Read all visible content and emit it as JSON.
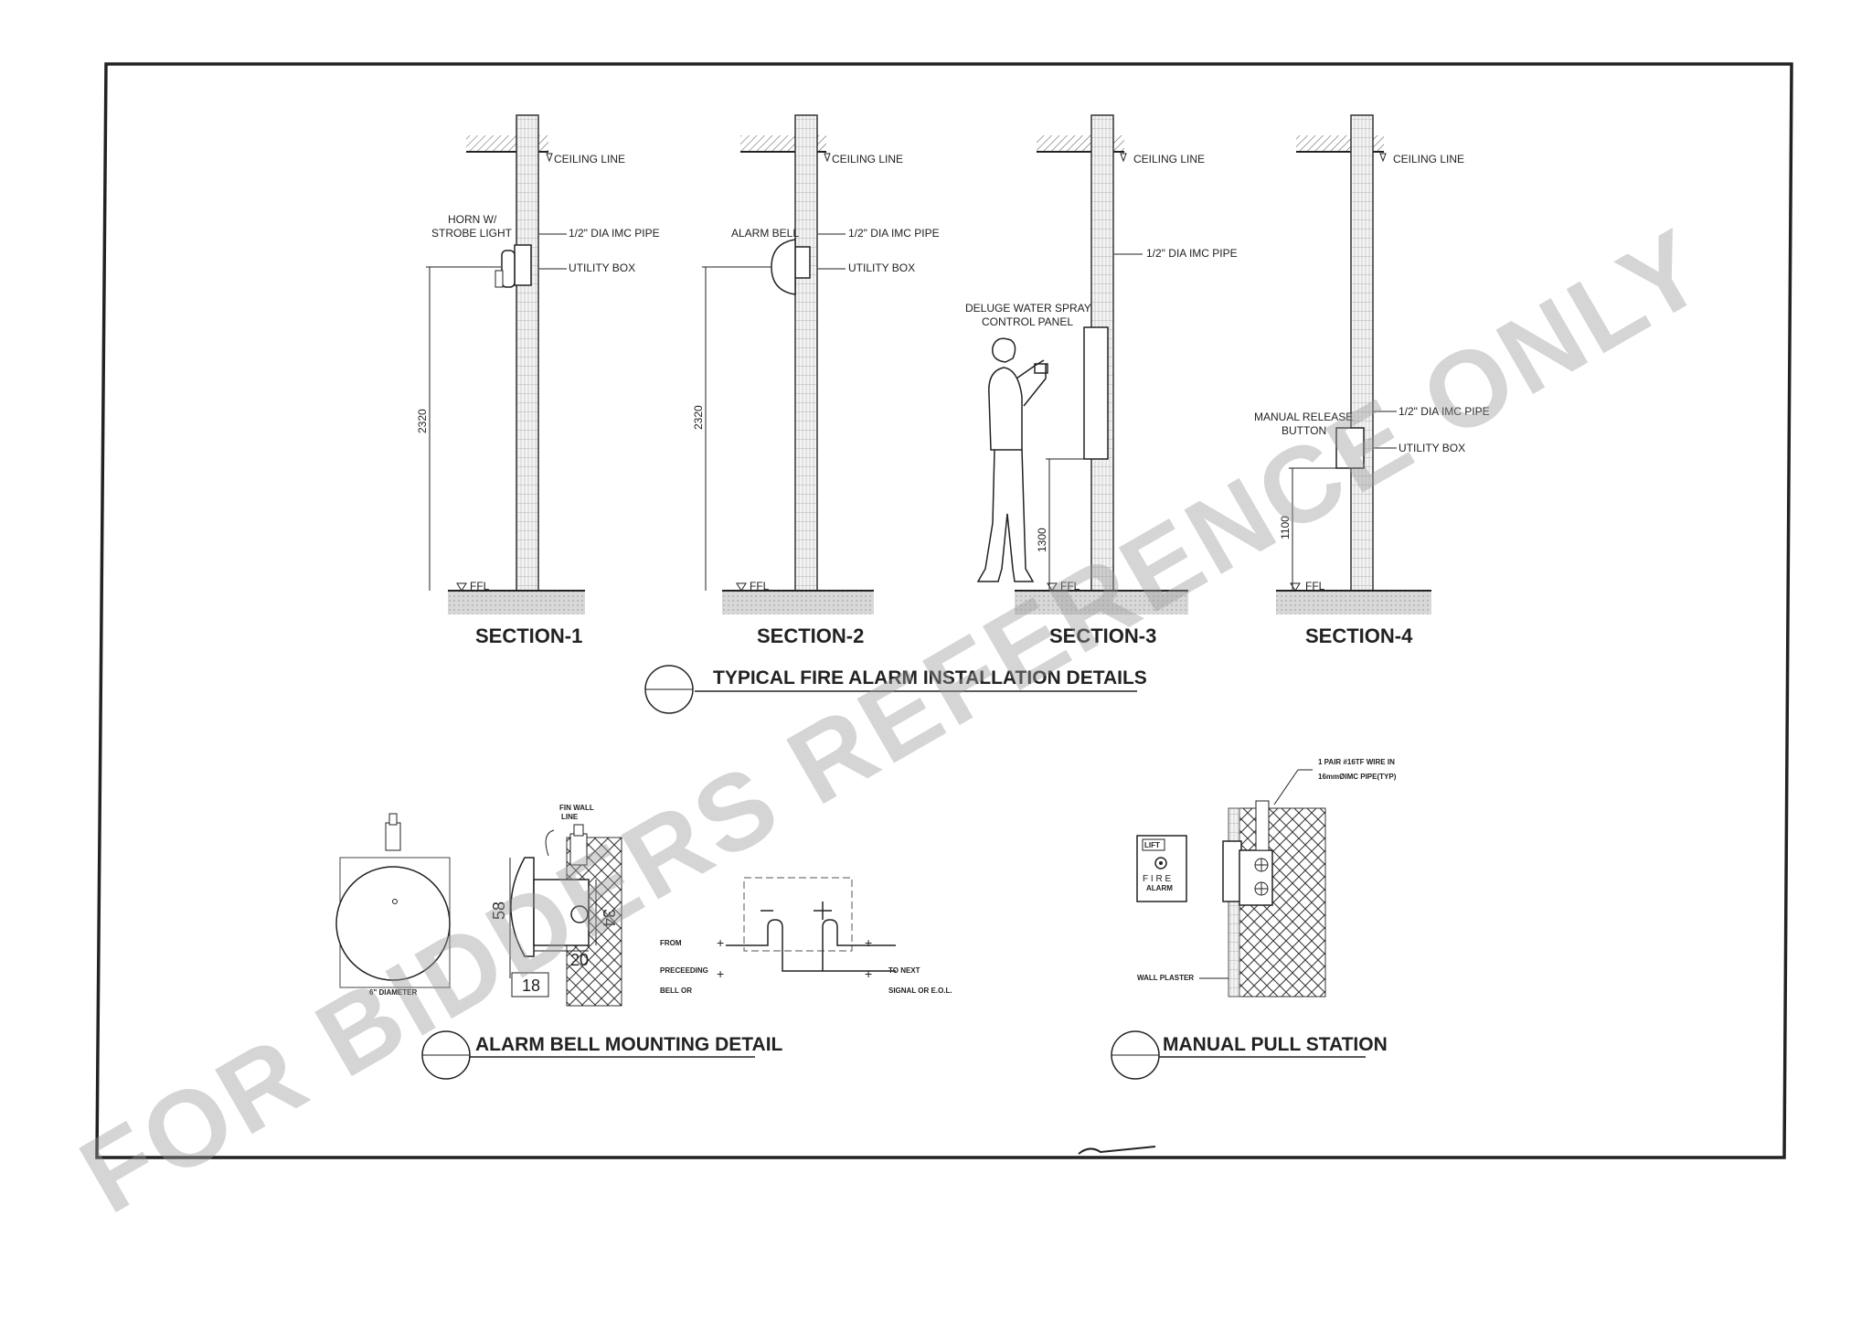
{
  "watermark": "FOR BIDDERS REFERENCE ONLY",
  "sections": [
    {
      "title": "SECTION-1",
      "ceiling_label": "CEILING LINE",
      "floor_label": "FFL",
      "device_label_1": "HORN W/",
      "device_label_2": "STROBE LIGHT",
      "pipe_label": "1/2\" DIA IMC PIPE",
      "box_label": "UTILITY BOX",
      "dimension": "2320"
    },
    {
      "title": "SECTION-2",
      "ceiling_label": "CEILING LINE",
      "floor_label": "FFL",
      "device_label": "ALARM BELL",
      "pipe_label": "1/2\" DIA IMC PIPE",
      "box_label": "UTILITY BOX",
      "dimension": "2320"
    },
    {
      "title": "SECTION-3",
      "ceiling_label": "CEILING LINE",
      "floor_label": "FFL",
      "device_label_1": "DELUGE WATER SPRAY",
      "device_label_2": "CONTROL PANEL",
      "pipe_label": "1/2\" DIA IMC PIPE",
      "dimension": "1300"
    },
    {
      "title": "SECTION-4",
      "ceiling_label": "CEILING LINE",
      "floor_label": "FFL",
      "device_label_1": "MANUAL RELEASE",
      "device_label_2": "BUTTON",
      "pipe_label": "1/2\" DIA IMC PIPE",
      "box_label": "UTILITY BOX",
      "dimension": "1100"
    }
  ],
  "main_title": "TYPICAL FIRE ALARM INSTALLATION DETAILS",
  "bell_detail": {
    "title": "ALARM BELL MOUNTING DETAIL",
    "diameter_label": "6\" DIAMETER",
    "wall_label_1": "FIN WALL",
    "wall_label_2": "LINE",
    "dim_58": "58",
    "dim_34": "34",
    "dim_20": "20",
    "dim_18": "18",
    "from_1": "FROM",
    "from_2": "PRECEEDING",
    "from_3": "BELL OR",
    "to_1": "TO NEXT",
    "to_2": "SIGNAL OR E.O.L."
  },
  "pull_station": {
    "title": "MANUAL PULL STATION",
    "wire_label_1": "1 PAIR #16TF WIRE IN",
    "wire_label_2": "16mmØIMC PIPE(TYP)",
    "lift": "LIFT",
    "fire": "F I R E",
    "alarm": "ALARM",
    "plaster": "WALL PLASTER"
  }
}
